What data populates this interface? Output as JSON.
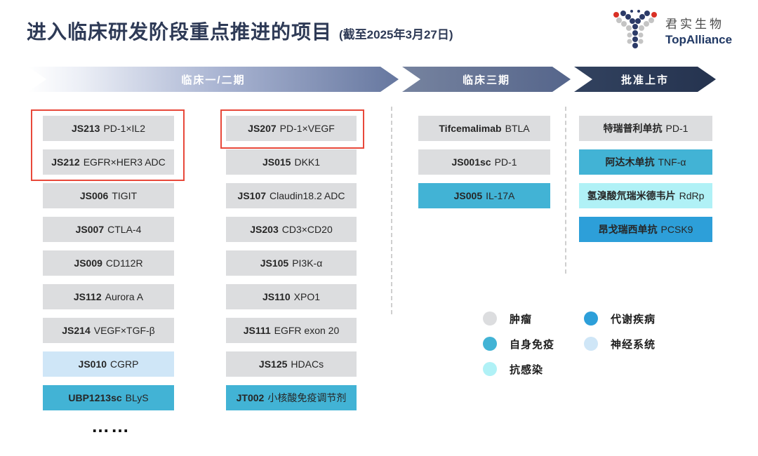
{
  "title": {
    "main": "进入临床研发阶段重点推进的项目",
    "date_note": "(截至2025年3月27日)"
  },
  "logo": {
    "cn": "君实生物",
    "en": "TopAlliance"
  },
  "stages": [
    {
      "label": "临床一/二期"
    },
    {
      "label": "临床三期"
    },
    {
      "label": "批准上市"
    }
  ],
  "categories": {
    "oncology": {
      "label": "肿瘤",
      "color": "#dcdddf"
    },
    "autoimmune": {
      "label": "自身免疫",
      "color": "#42b3d5"
    },
    "anti_infective": {
      "label": "抗感染",
      "color": "#b0f1f6"
    },
    "metabolic": {
      "label": "代谢疾病",
      "color": "#2d9fd9"
    },
    "neuro": {
      "label": "神经系统",
      "color": "#cfe6f7"
    }
  },
  "legend_order": [
    "oncology",
    "autoimmune",
    "anti_infective",
    "metabolic",
    "neuro"
  ],
  "columns": [
    {
      "stage": "临床一/二期",
      "items": [
        {
          "code": "JS213",
          "target": "PD-1×IL2",
          "category": "oncology",
          "highlighted": true
        },
        {
          "code": "JS212",
          "target": "EGFR×HER3 ADC",
          "category": "oncology",
          "highlighted": true
        },
        {
          "code": "JS006",
          "target": "TIGIT",
          "category": "oncology",
          "highlighted": false
        },
        {
          "code": "JS007",
          "target": "CTLA-4",
          "category": "oncology",
          "highlighted": false
        },
        {
          "code": "JS009",
          "target": "CD112R",
          "category": "oncology",
          "highlighted": false
        },
        {
          "code": "JS112",
          "target": "Aurora A",
          "category": "oncology",
          "highlighted": false
        },
        {
          "code": "JS214",
          "target": "VEGF×TGF-β",
          "category": "oncology",
          "highlighted": false
        },
        {
          "code": "JS010",
          "target": "CGRP",
          "category": "neuro",
          "highlighted": false
        },
        {
          "code": "UBP1213sc",
          "target": "BLyS",
          "category": "autoimmune",
          "highlighted": false
        }
      ]
    },
    {
      "stage": "临床一/二期",
      "items": [
        {
          "code": "JS207",
          "target": "PD-1×VEGF",
          "category": "oncology",
          "highlighted": true
        },
        {
          "code": "JS015",
          "target": "DKK1",
          "category": "oncology",
          "highlighted": false
        },
        {
          "code": "JS107",
          "target": "Claudin18.2 ADC",
          "category": "oncology",
          "highlighted": false
        },
        {
          "code": "JS203",
          "target": "CD3×CD20",
          "category": "oncology",
          "highlighted": false
        },
        {
          "code": "JS105",
          "target": "PI3K-α",
          "category": "oncology",
          "highlighted": false
        },
        {
          "code": "JS110",
          "target": "XPO1",
          "category": "oncology",
          "highlighted": false
        },
        {
          "code": "JS111",
          "target": "EGFR exon 20",
          "category": "oncology",
          "highlighted": false
        },
        {
          "code": "JS125",
          "target": "HDACs",
          "category": "oncology",
          "highlighted": false
        },
        {
          "code": "JT002",
          "target": "小核酸免疫调节剂",
          "category": "autoimmune",
          "highlighted": false
        }
      ]
    },
    {
      "stage": "临床三期",
      "items": [
        {
          "code": "Tifcemalimab",
          "target": "BTLA",
          "category": "oncology",
          "highlighted": false
        },
        {
          "code": "JS001sc",
          "target": "PD-1",
          "category": "oncology",
          "highlighted": false
        },
        {
          "code": "JS005",
          "target": "IL-17A",
          "category": "autoimmune",
          "highlighted": false
        }
      ]
    },
    {
      "stage": "批准上市",
      "items": [
        {
          "code": "特瑞普利单抗",
          "target": "PD-1",
          "category": "oncology",
          "highlighted": false
        },
        {
          "code": "阿达木单抗",
          "target": "TNF-α",
          "category": "autoimmune",
          "highlighted": false
        },
        {
          "code": "氢溴酸氘瑞米德韦片",
          "target": "RdRp",
          "category": "anti_infective",
          "highlighted": false
        },
        {
          "code": "昂戈瑞西单抗",
          "target": "PCSK9",
          "category": "metabolic",
          "highlighted": false
        }
      ]
    }
  ],
  "footer": {
    "ellipsis": "……"
  }
}
